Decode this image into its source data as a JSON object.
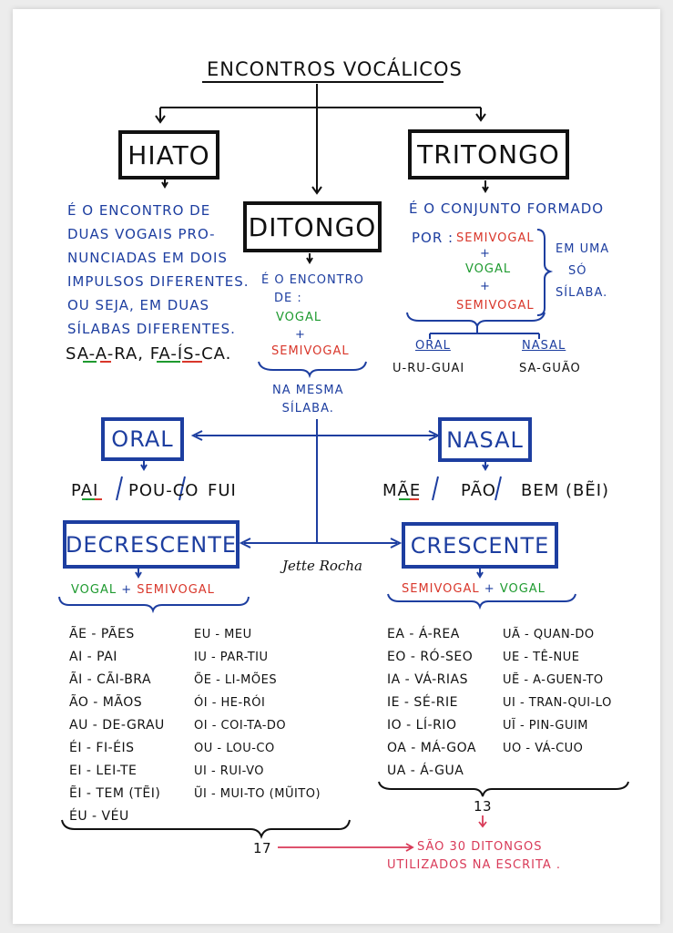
{
  "title": "ENCONTROS VOCÁLICOS",
  "hiato": {
    "label": "HIATO",
    "def": [
      "É O ENCONTRO DE",
      "DUAS VOGAIS PRO-",
      "NUNCIADAS EM DOIS",
      "IMPULSOS DIFERENTES.",
      "OU SEJA, EM DUAS",
      "SÍLABAS DIFERENTES."
    ],
    "example": "SA-A-RA, FA-ÍS-CA."
  },
  "ditongo": {
    "label": "DITONGO",
    "def": [
      "É O ENCONTRO",
      "DE :"
    ],
    "vogal": "VOGAL",
    "plus": "+",
    "semivogal": "SEMIVOGAL",
    "note": [
      "NA MESMA",
      "SÍLABA."
    ]
  },
  "tritongo": {
    "label": "TRITONGO",
    "def": "É O CONJUNTO FORMADO",
    "por": "POR :",
    "semivogal1": "SEMIVOGAL",
    "plus1": "+",
    "vogal": "VOGAL",
    "plus2": "+",
    "semivogal2": "SEMIVOGAL",
    "side": [
      "EM UMA",
      "SÓ",
      "SÍLABA."
    ],
    "oral_label": "ORAL",
    "oral_example": "U-RU-GUAI",
    "nasal_label": "NASAL",
    "nasal_example": "SA-GUÃO"
  },
  "oral": {
    "label": "ORAL",
    "examples": [
      "PAI",
      "/",
      "POU-CO",
      "/",
      "FUI"
    ]
  },
  "nasal": {
    "label": "NASAL",
    "examples": [
      "MÃE",
      "/",
      "PÃO",
      "/",
      "BEM (BẼI)"
    ]
  },
  "decrescente": {
    "label": "DECRESCENTE",
    "formula_vogal": "VOGAL",
    "formula_plus": "+",
    "formula_semivogal": "SEMIVOGAL",
    "col1": [
      "ÃE - PÃES",
      "AI - PAI",
      "ÃI - CÃI-BRA",
      "ÃO - MÃOS",
      "AU - DE-GRAU",
      "ÉI - FI-ÉIS",
      "EI - LEI-TE",
      "ẼI - TEM (TẼI)",
      "ÉU - VÉU"
    ],
    "col2": [
      "EU - MEU",
      "IU - PAR-TIU",
      "ÕE - LI-MÕES",
      "ÓI - HE-RÓI",
      "OI - COI-TA-DO",
      "OU - LOU-CO",
      "UI - RUI-VO",
      "ŨI - MUI-TO (MŨITO)"
    ],
    "count": "17"
  },
  "crescente": {
    "label": "CRESCENTE",
    "formula_semivogal": "SEMIVOGAL",
    "formula_plus": "+",
    "formula_vogal": "VOGAL",
    "col1": [
      "EA - Á-REA",
      "EO - RÓ-SEO",
      "IA - VÁ-RIAS",
      "IE - SÉ-RIE",
      "IO - LÍ-RIO",
      "OA - MÁ-GOA",
      "UA - Á-GUA"
    ],
    "col2": [
      "UÃ - QUAN-DO",
      "UE - TÊ-NUE",
      "UẼ - A-GUEN-TO",
      "UI - TRAN-QUI-LO",
      "UĨ - PIN-GUIM",
      "UO - VÁ-CUO"
    ],
    "count": "13"
  },
  "total_note": [
    "SÃO 30 DITONGOS",
    "UTILIZADOS NA ESCRITA ."
  ],
  "signature": "Jette Rocha",
  "colors": {
    "blue": "#1d3ea0",
    "green": "#1e9a2f",
    "red": "#d9372b",
    "ink": "#111111",
    "pink": "#d93a58"
  }
}
